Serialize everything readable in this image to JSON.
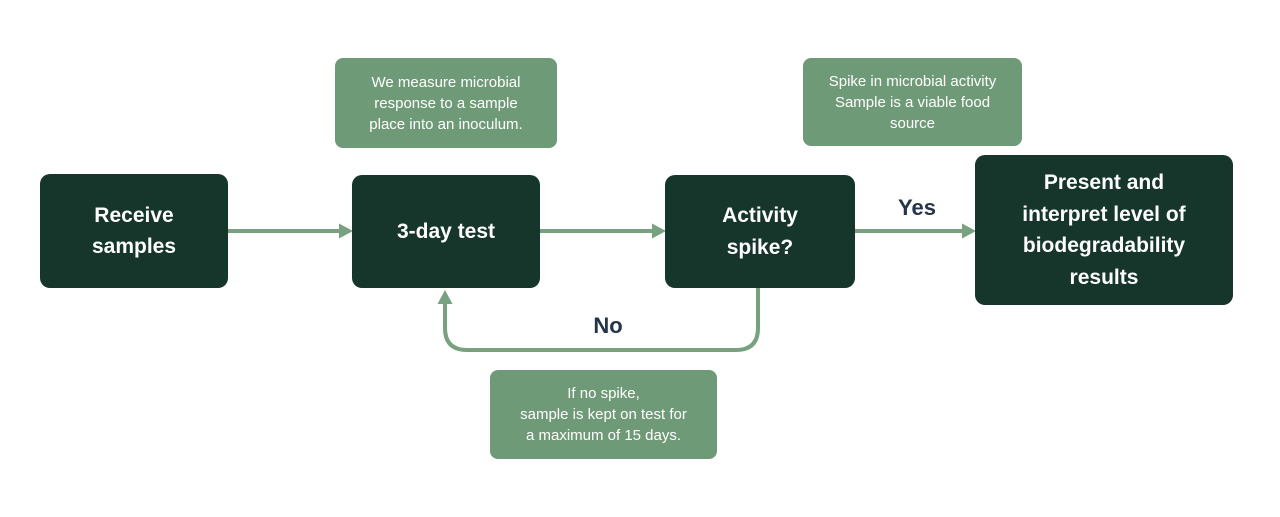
{
  "colors": {
    "background": "#FFFFFF",
    "node_fill": "#17362B",
    "node_text": "#FFFFFF",
    "note_fill": "#6F9A77",
    "note_text": "#FFFFFF",
    "arrow": "#78A27F",
    "edge_label_text": "#24344A"
  },
  "flowchart": {
    "nodes": [
      {
        "id": "receive",
        "label": "Receive\nsamples"
      },
      {
        "id": "test",
        "label": "3-day test"
      },
      {
        "id": "spike",
        "label": "Activity\nspike?"
      },
      {
        "id": "results",
        "label": "Present and\ninterpret level of\nbiodegradability\nresults"
      }
    ],
    "notes": [
      {
        "id": "note-test",
        "text": "We measure microbial\nresponse to a sample\nplace into an inoculum."
      },
      {
        "id": "note-spike",
        "text": "Spike in microbial activity\nSample is a viable food\nsource"
      },
      {
        "id": "note-loop",
        "text": "If no spike,\nsample is kept on test for\na maximum of 15 days."
      }
    ],
    "edge_labels": {
      "yes": "Yes",
      "no": "No"
    }
  }
}
